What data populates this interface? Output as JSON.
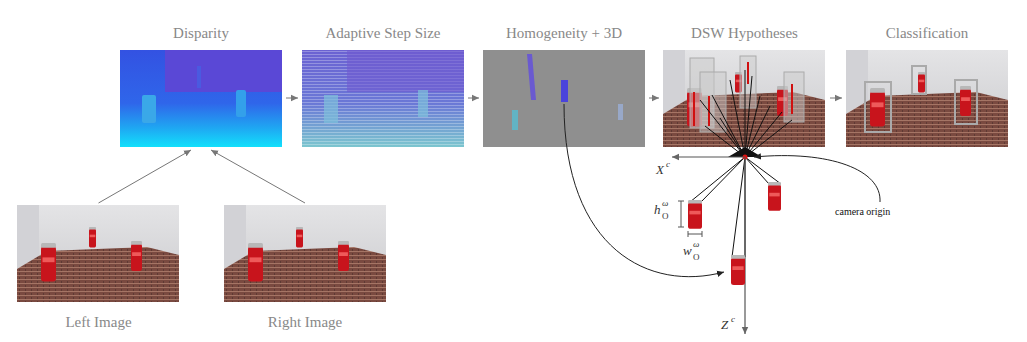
{
  "diagram": {
    "nodes": [
      {
        "text": [
          "Disparity"
        ]
      },
      {
        "text": [
          "Adaptive Step Size"
        ]
      },
      {
        "text": [
          "Homogeneity + 3D"
        ]
      },
      {
        "text": [
          "DSW Hypotheses"
        ]
      },
      {
        "text": [
          "Classification"
        ]
      },
      {
        "text": [
          "Left Image"
        ]
      },
      {
        "text": [
          "Right Image"
        ]
      }
    ],
    "edges": [
      {
        "from": 5,
        "to": 0,
        "arrow": "to"
      },
      {
        "from": 6,
        "to": 0,
        "arrow": "to"
      },
      {
        "from": 0,
        "to": 1,
        "arrow": "to"
      },
      {
        "from": 1,
        "to": 2,
        "arrow": "to"
      },
      {
        "from": 2,
        "to": 3,
        "arrow": "to"
      },
      {
        "from": 3,
        "to": 4,
        "arrow": "to"
      }
    ],
    "labels": [
      "X",
      "c",
      "Z",
      "c",
      "h",
      "ω",
      "O",
      "w",
      "ω",
      "O",
      "camera origin"
    ]
  }
}
